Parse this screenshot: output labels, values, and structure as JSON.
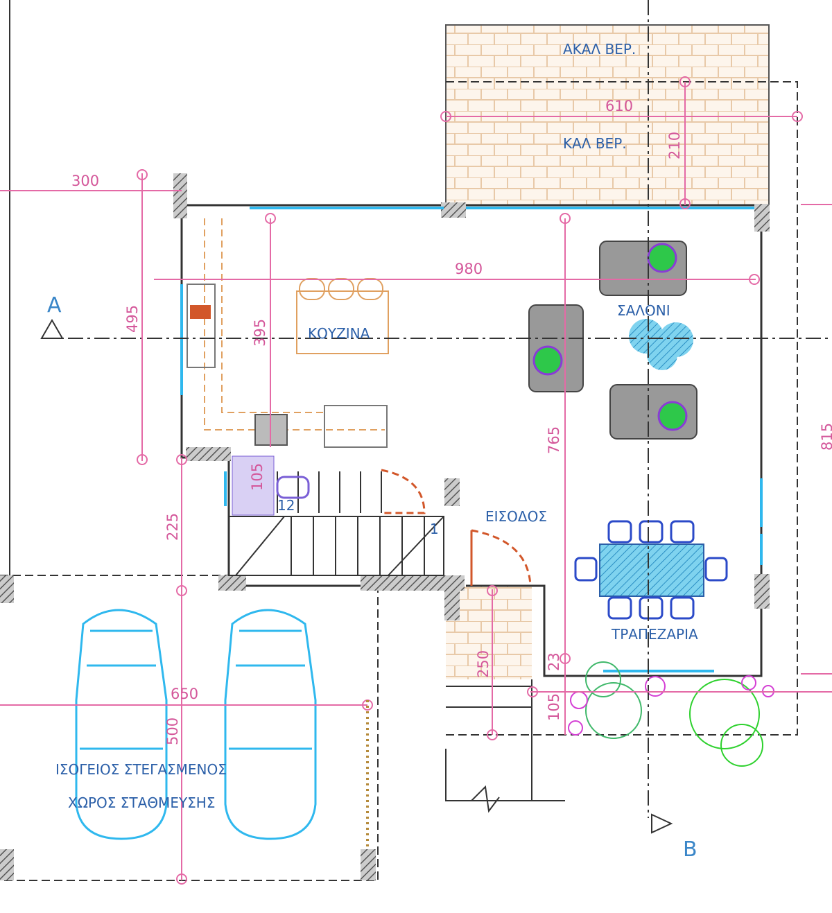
{
  "rooms": {
    "unroofed_veranda": "ΑΚΑΛ  ΒΕΡ.",
    "roofed_veranda": "ΚΑΛ  ΒΕΡ.",
    "kitchen": "ΚΟΥΖΙΝΑ",
    "living_room": "ΣΑΛΟΝΙ",
    "entrance": "ΕΙΣΟΔΟΣ",
    "dining_room": "ΤΡΑΠΕΖΑΡΙΑ",
    "parking_line1": "ΙΣΟΓΕΙΟΣ  ΣΤΕΓΑΣΜΕΝΟΣ",
    "parking_line2": "ΧΩΡΟΣ  ΣΤΑΘΜΕΥΣΗΣ"
  },
  "dimensions": {
    "veranda_width": "610",
    "veranda_depth": "210",
    "left_top": "300",
    "house_width": "980",
    "left_height": "495",
    "kitchen_height": "395",
    "living_height": "765",
    "lower_left": "225",
    "parking_width": "650",
    "parking_depth": "500",
    "entry_depth": "250",
    "garden_depth": "105",
    "wc": "105",
    "small_a": "23",
    "right_edge": "815"
  },
  "stair_marks": {
    "start": "1",
    "end": "12"
  },
  "section_marks": {
    "a": "A",
    "b": "B"
  },
  "colors": {
    "wall": "#333333",
    "dimension": "#e46aa6",
    "car": "#2fb8ee",
    "label": "#2b5fa8",
    "tile": "#e8c9a8"
  }
}
